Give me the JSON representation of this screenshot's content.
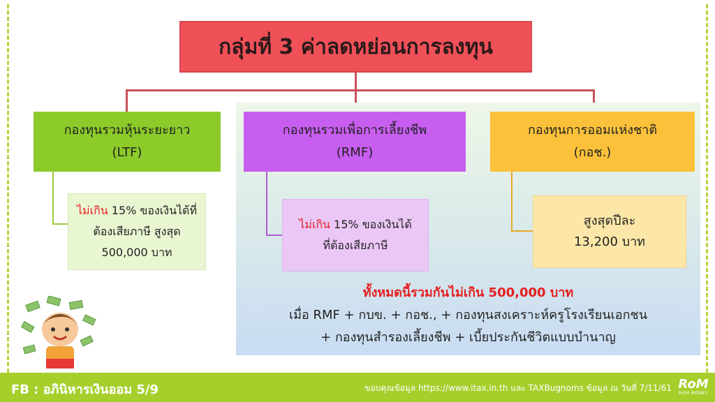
{
  "title": "กลุ่มที่ 3 ค่าลดหย่อนการลงทุน",
  "groups": [
    {
      "header_line1": "กองทุนรวมหุ้นระยะยาว",
      "header_line2": "(LTF)",
      "detail_red": "ไม่เกิน",
      "detail_rest1": " 15% ของเงินได้ที่",
      "detail_line2": "ต้องเสียภาษี สูงสุด",
      "detail_line3": "500,000 บาท"
    },
    {
      "header_line1": "กองทุนรวมเพื่อการเลี้ยงชีพ",
      "header_line2": "(RMF)",
      "detail_red": "ไม่เกิน",
      "detail_rest1": " 15% ของเงินได้",
      "detail_line2": "ที่ต้องเสียภาษี"
    },
    {
      "header_line1": "กองทุนการออมแห่งชาติ",
      "header_line2": "(กอช.)",
      "detail_line1": "สูงสุดปีละ",
      "detail_line2": "13,200 บาท"
    }
  ],
  "shared_note": {
    "headline": "ทั้งหมดนี้รวมกันไม่เกิน 500,000 บาท",
    "line2": "เมื่อ RMF + กบข. + กอช., + กองทุนสงเคราะห์ครูโรงเรียนเอกชน",
    "line3": "+ กองทุนสำรองเลี้ยงชีพ + เบี้ยประกันชีวิตแบบบำนาญ"
  },
  "footer": {
    "left": "FB : อภินิหารเงินออม 5/9",
    "right": "ขอบคุณข้อมูล https://www.itax.in.th และ TAXBugnoms ข้อมูล ณ วันที่ 7/11/61",
    "logo_mark": "RoM",
    "logo_sub": "ROM MONEY"
  },
  "colors": {
    "title_bg": "#f05058",
    "ltf": "#8ccb2a",
    "rmf": "#c85ef0",
    "gor": "#fbc13a",
    "footer_bg": "#a6cf2c",
    "accent_red": "#e62020"
  }
}
